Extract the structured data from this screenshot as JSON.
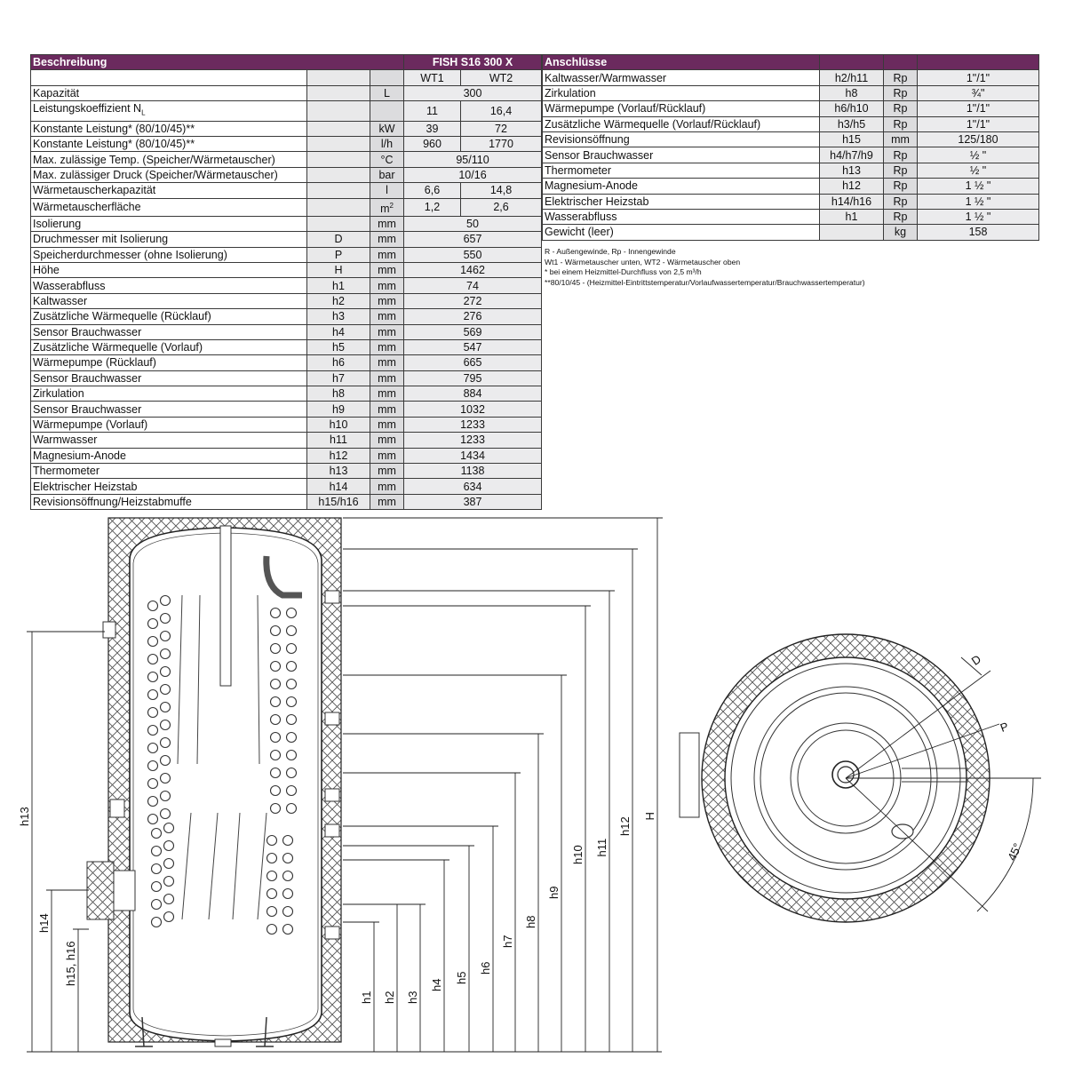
{
  "left_table": {
    "header": {
      "title": "Beschreibung",
      "model": "FISH S16 300 X"
    },
    "subheader": {
      "wt1": "WT1",
      "wt2": "WT2"
    },
    "rows": [
      {
        "label": "Kapazität",
        "symbol": "",
        "unit": "L",
        "value": "300"
      },
      {
        "label": "Leistungskoeffizient N",
        "label_sub": "L",
        "symbol": "",
        "unit": "",
        "wt1": "11",
        "wt2": "16,4"
      },
      {
        "label": "Konstante Leistung* (80/10/45)**",
        "symbol": "",
        "unit": "kW",
        "wt1": "39",
        "wt2": "72"
      },
      {
        "label": "Konstante Leistung* (80/10/45)**",
        "symbol": "",
        "unit": "l/h",
        "wt1": "960",
        "wt2": "1770"
      },
      {
        "label": "Max. zulässige Temp. (Speicher/Wärmetauscher)",
        "symbol": "",
        "unit": "°C",
        "value": "95/110"
      },
      {
        "label": "Max. zulässiger Druck (Speicher/Wärmetauscher)",
        "symbol": "",
        "unit": "bar",
        "value": "10/16"
      },
      {
        "label": "Wärmetauscherkapazität",
        "symbol": "",
        "unit": "l",
        "wt1": "6,6",
        "wt2": "14,8"
      },
      {
        "label": "Wärmetauscherfläche",
        "symbol": "",
        "unit": "m",
        "unit_sup": "2",
        "wt1": "1,2",
        "wt2": "2,6"
      },
      {
        "label": "Isolierung",
        "symbol": "",
        "unit": "mm",
        "value": "50"
      },
      {
        "label": "Druchmesser mit Isolierung",
        "symbol": "D",
        "unit": "mm",
        "value": "657"
      },
      {
        "label": "Speicherdurchmesser (ohne Isolierung)",
        "symbol": "P",
        "unit": "mm",
        "value": "550"
      },
      {
        "label": "Höhe",
        "symbol": "H",
        "unit": "mm",
        "value": "1462"
      },
      {
        "label": "Wasserabfluss",
        "symbol": "h1",
        "unit": "mm",
        "value": "74"
      },
      {
        "label": "Kaltwasser",
        "symbol": "h2",
        "unit": "mm",
        "value": "272"
      },
      {
        "label": "Zusätzliche Wärmequelle (Rücklauf)",
        "symbol": "h3",
        "unit": "mm",
        "value": "276"
      },
      {
        "label": "Sensor Brauchwasser",
        "symbol": "h4",
        "unit": "mm",
        "value": "569"
      },
      {
        "label": "Zusätzliche Wärmequelle (Vorlauf)",
        "symbol": "h5",
        "unit": "mm",
        "value": "547"
      },
      {
        "label": "Wärmepumpe (Rücklauf)",
        "symbol": "h6",
        "unit": "mm",
        "value": "665"
      },
      {
        "label": "Sensor Brauchwasser",
        "symbol": "h7",
        "unit": "mm",
        "value": "795"
      },
      {
        "label": "Zirkulation",
        "symbol": "h8",
        "unit": "mm",
        "value": "884"
      },
      {
        "label": "Sensor Brauchwasser",
        "symbol": "h9",
        "unit": "mm",
        "value": "1032"
      },
      {
        "label": "Wärmepumpe (Vorlauf)",
        "symbol": "h10",
        "unit": "mm",
        "value": "1233"
      },
      {
        "label": "Warmwasser",
        "symbol": "h11",
        "unit": "mm",
        "value": "1233"
      },
      {
        "label": "Magnesium-Anode",
        "symbol": "h12",
        "unit": "mm",
        "value": "1434"
      },
      {
        "label": "Thermometer",
        "symbol": "h13",
        "unit": "mm",
        "value": "1138"
      },
      {
        "label": "Elektrischer Heizstab",
        "symbol": "h14",
        "unit": "mm",
        "value": "634"
      },
      {
        "label": "Revisionsöffnung/Heizstabmuffe",
        "symbol": "h15/h16",
        "unit": "mm",
        "value": "387"
      }
    ]
  },
  "right_table": {
    "header": {
      "title": "Anschlüsse"
    },
    "rows": [
      {
        "label": "Kaltwasser/Warmwasser",
        "symbol": "h2/h11",
        "unit": "Rp",
        "value": "1\"/1\""
      },
      {
        "label": "Zirkulation",
        "symbol": "h8",
        "unit": "Rp",
        "value": "¾\""
      },
      {
        "label": "Wärmepumpe (Vorlauf/Rücklauf)",
        "symbol": "h6/h10",
        "unit": "Rp",
        "value": "1\"/1\""
      },
      {
        "label": "Zusätzliche Wärmequelle (Vorlauf/Rücklauf)",
        "symbol": "h3/h5",
        "unit": "Rp",
        "value": "1\"/1\""
      },
      {
        "label": "Revisionsöffnung",
        "symbol": "h15",
        "unit": "mm",
        "value": "125/180"
      },
      {
        "label": "Sensor Brauchwasser",
        "symbol": "h4/h7/h9",
        "unit": "Rp",
        "value": "½ \""
      },
      {
        "label": "Thermometer",
        "symbol": "h13",
        "unit": "Rp",
        "value": "½ \""
      },
      {
        "label": "Magnesium-Anode",
        "symbol": "h12",
        "unit": "Rp",
        "value": "1 ½ \""
      },
      {
        "label": "Elektrischer Heizstab",
        "symbol": "h14/h16",
        "unit": "Rp",
        "value": "1 ½ \""
      },
      {
        "label": "Wasserabfluss",
        "symbol": "h1",
        "unit": "Rp",
        "value": "1 ½ \""
      },
      {
        "label": "Gewicht (leer)",
        "symbol": "",
        "unit": "kg",
        "value": "158"
      }
    ]
  },
  "notes": [
    "R - Außengewinde, Rp - Innengewinde",
    "Wt1 - Wärmetauscher unten, WT2 - Wärmetauscher oben",
    "* bei einem Heizmittel-Durchfluss von 2,5 m³/h",
    "**80/10/45 - (Heizmittel-Eintrittstemperatur/Vorlaufwassertemperatur/Brauchwassertemperatur)"
  ],
  "drawing": {
    "dim_labels": [
      "h1",
      "h2",
      "h3",
      "h4",
      "h5",
      "h6",
      "h7",
      "h8",
      "h9",
      "h10",
      "h11",
      "h12",
      "H",
      "h13",
      "h14",
      "h15, h16"
    ],
    "top_view_labels": {
      "d": "D",
      "p": "P",
      "angle": "45°"
    }
  }
}
